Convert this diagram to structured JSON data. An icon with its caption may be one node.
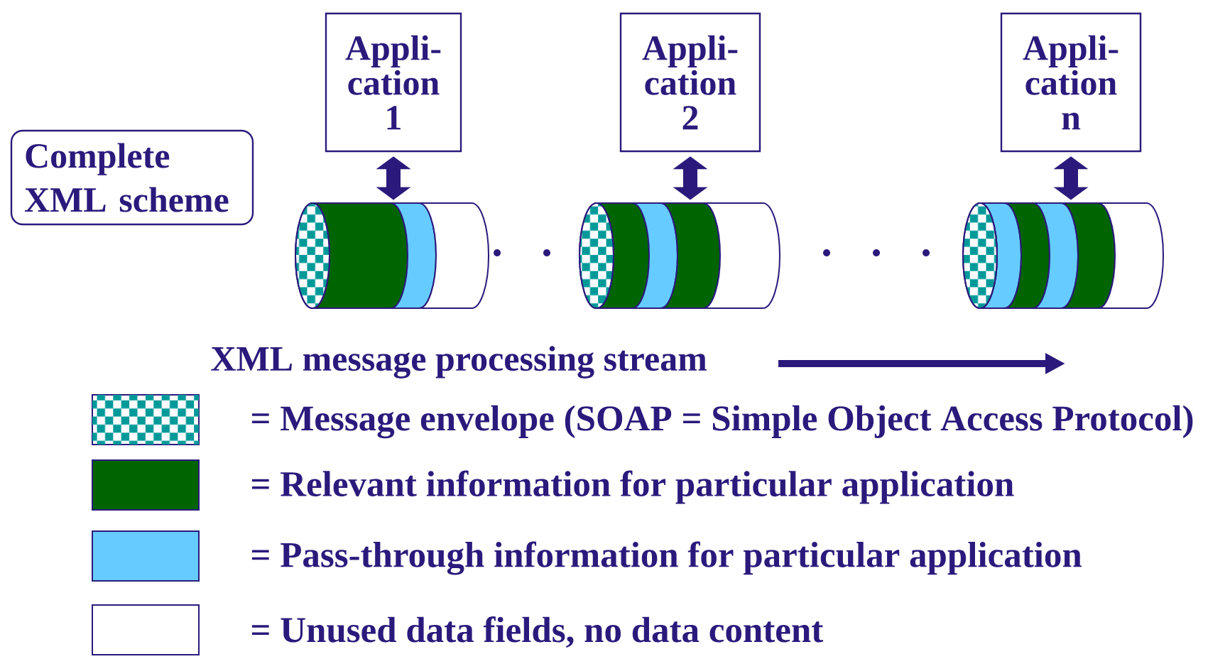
{
  "diagram": {
    "nodes": [
      {
        "text": [
          "Complete XML scheme"
        ]
      },
      {
        "text": [
          "Appli- cation 1"
        ]
      },
      {
        "text": [
          "Appli- cation 2"
        ]
      },
      {
        "text": [
          "Appli- cation n"
        ]
      },
      {
        "text": [],
        "shape": "cylinder"
      },
      {
        "text": [],
        "shape": "cylinder"
      },
      {
        "text": [],
        "shape": "cylinder"
      }
    ],
    "edges": [
      {
        "from": 1,
        "to": 4,
        "arrow": "both"
      },
      {
        "from": 2,
        "to": 5,
        "arrow": "both"
      },
      {
        "from": 3,
        "to": 6,
        "arrow": "both"
      }
    ],
    "labels": [
      "XML message processing stream"
    ],
    "legend": [
      {
        "text": "= Message envelope (SOAP = Simple Object Access Protocol)"
      },
      {
        "text": "= Relevant information for particular application",
        "color": "#006400"
      },
      {
        "text": "= Pass-through information for particular application",
        "color": "#66ccff"
      },
      {
        "text": "= Unused data fields, no data content"
      }
    ]
  }
}
